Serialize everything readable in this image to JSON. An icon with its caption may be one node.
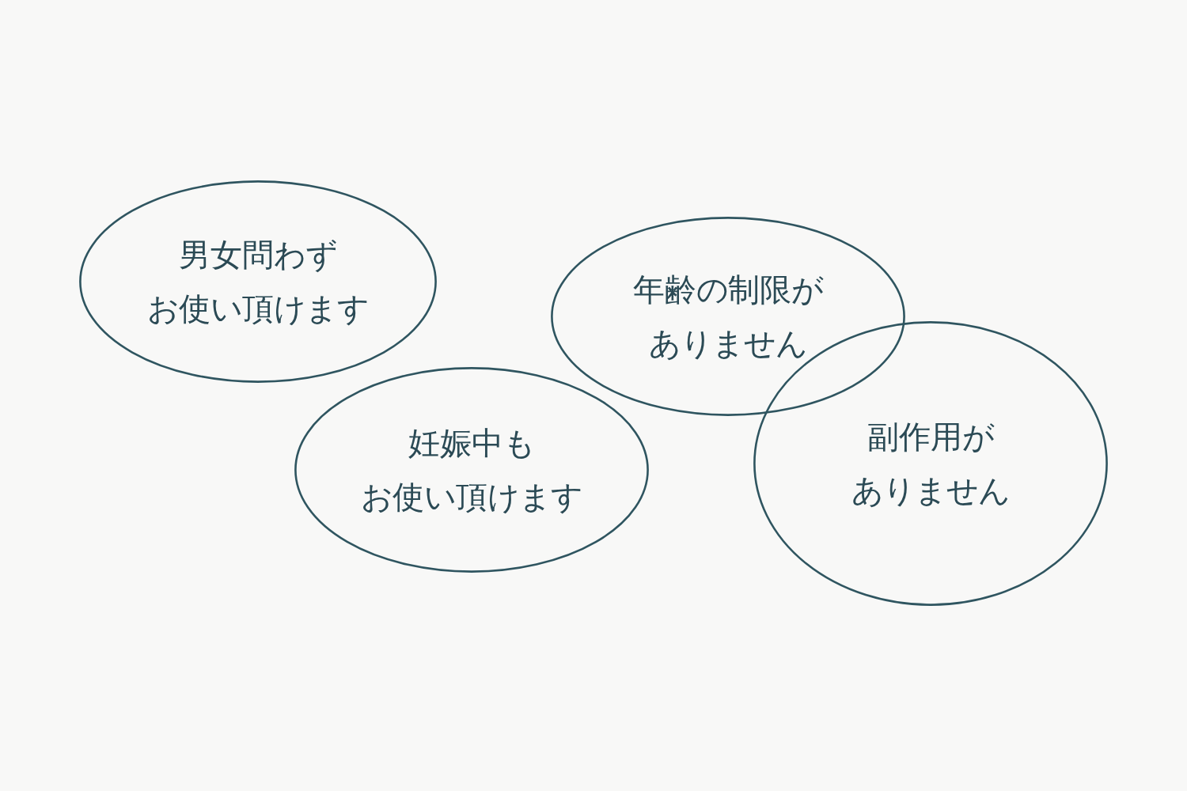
{
  "diagram": {
    "nodes": [
      {
        "text": [
          "男女問わずお使い頂けます"
        ]
      },
      {
        "text": [
          "妊娠中もお使い頂けます"
        ]
      },
      {
        "text": [
          "年齢の制限がありません"
        ]
      },
      {
        "text": [
          "副作用がありません"
        ]
      }
    ]
  }
}
